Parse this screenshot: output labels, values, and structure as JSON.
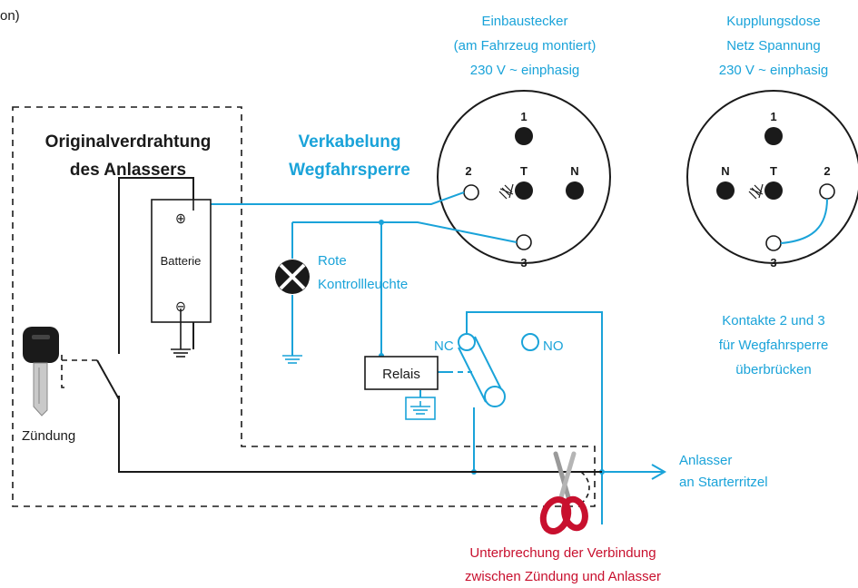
{
  "colors": {
    "wire_blue": "#1aa3d9",
    "wire_black": "#1a1a1a",
    "cut_red": "#c8102e",
    "pin_grey": "#444444"
  },
  "corner_fragment": "on)",
  "socket_left": {
    "title_lines": [
      "Einbaustecker",
      "(am Fahrzeug montiert)",
      "230 V ~ einphasig"
    ],
    "pins": {
      "top": "1",
      "left": "2",
      "center": "T",
      "right": "N",
      "bottom": "3"
    }
  },
  "socket_right": {
    "title_lines": [
      "Kupplungsdose",
      "Netz Spannung",
      "230 V ~ einphasig"
    ],
    "pins": {
      "top": "1",
      "left": "N",
      "center": "T",
      "right": "2",
      "bottom": "3"
    }
  },
  "original_wiring_title": [
    "Originalverdrahtung",
    "des Anlassers"
  ],
  "immobilizer_title": [
    "Verkabelung",
    "Wegfahrsperre"
  ],
  "battery_label": "Batterie",
  "battery_plus": "⊕",
  "battery_minus": "⊖",
  "lamp_label": [
    "Rote",
    "Kontrollleuchte"
  ],
  "relay_label": "Relais",
  "contact_nc": "NC",
  "contact_no": "NO",
  "ignition_label": "Zündung",
  "bridge_note": [
    "Kontakte 2 und 3",
    "für Wegfahrsperre",
    "überbrücken"
  ],
  "starter_label": [
    "Anlasser",
    "an Starterritzel"
  ],
  "cut_note": [
    "Unterbrechung der Verbindung",
    "zwischen Zündung und Anlasser"
  ],
  "icons": [
    "key-icon",
    "scissors-icon",
    "ground-icon",
    "lamp-icon"
  ]
}
